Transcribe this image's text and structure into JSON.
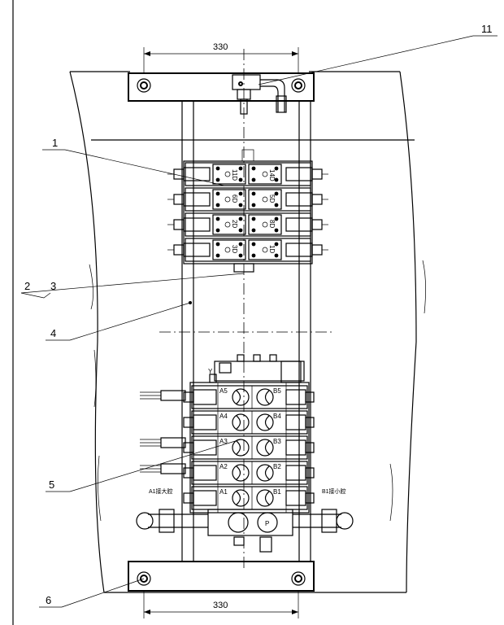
{
  "dimensions": {
    "top": "330",
    "bottom": "330"
  },
  "callouts": {
    "c1": "1",
    "c2": "2",
    "c3": "3",
    "c4": "4",
    "c5": "5",
    "c6": "6",
    "c11": "11"
  },
  "solenoid_labels": {
    "row1_left": "11D",
    "row1_right": "14D",
    "row2_left": "6D",
    "row2_right": "5D",
    "row3_left": "2D",
    "row3_right": "8D",
    "row4_left": "3D",
    "row4_right": "1D"
  },
  "valve_ports": {
    "a5": "A5",
    "b5": "B5",
    "a4": "A4",
    "b4": "B4",
    "a3": "A3",
    "b3": "B3",
    "a2": "A2",
    "b2": "B2",
    "a1": "A1",
    "b1": "B1",
    "y": "Y",
    "p": "P"
  },
  "notes": {
    "a1_note": "A1接大腔",
    "b1_note": "B1接小腔"
  }
}
